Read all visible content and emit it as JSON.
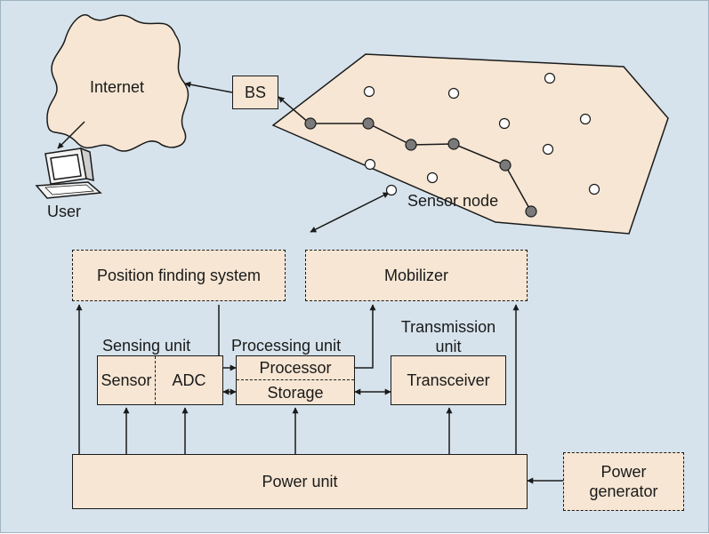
{
  "network": {
    "internet": "Internet",
    "user": "User",
    "bs": "BS",
    "sensor_node": "Sensor node"
  },
  "node_arch": {
    "position_finding": "Position finding system",
    "mobilizer": "Mobilizer",
    "sensing_unit": "Sensing unit",
    "processing_unit": "Processing unit",
    "transmission_unit_line1": "Transmission",
    "transmission_unit_line2": "unit",
    "sensor": "Sensor",
    "adc": "ADC",
    "processor": "Processor",
    "storage": "Storage",
    "transceiver": "Transceiver",
    "power_unit": "Power unit",
    "power_generator_line1": "Power",
    "power_generator_line2": "generator"
  },
  "colors": {
    "background": "#d6e3ec",
    "box_fill": "#f6e6d3",
    "routing_node": "#7a7a7a",
    "idle_node": "#ffffff",
    "stroke": "#1a1a1a"
  }
}
